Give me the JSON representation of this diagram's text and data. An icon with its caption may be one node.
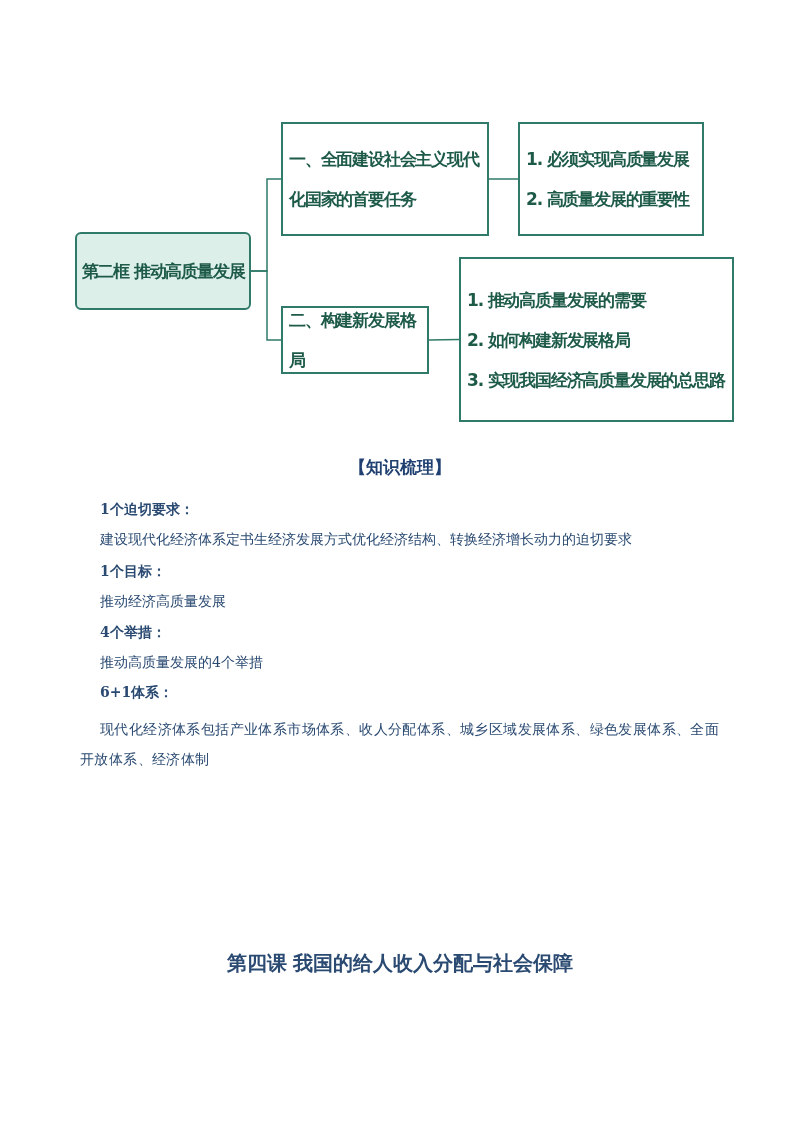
{
  "diagram": {
    "nodes": [
      {
        "text": [
          "第二框 推动高质量发展"
        ]
      },
      {
        "text": [
          "一、全面建设社会主义现代化国家的首要任务"
        ]
      },
      {
        "text": [
          "1. 必须实现高质量发展",
          "2. 高质量发展的重要性"
        ]
      },
      {
        "text": [
          "二、构建新发展格局"
        ]
      },
      {
        "text": [
          "1. 推动高质量发展的需要",
          "2. 如何构建新发展格局",
          "3. 实现我国经济高质量发展的总思路"
        ]
      }
    ],
    "edges": [
      {
        "from": 0,
        "to": 1,
        "arrow": "none"
      },
      {
        "from": 0,
        "to": 3,
        "arrow": "none"
      },
      {
        "from": 1,
        "to": 2,
        "arrow": "none"
      },
      {
        "from": 3,
        "to": 4,
        "arrow": "none"
      }
    ],
    "labels": [
      "【知识梳理】",
      "1个迫切要求：",
      "建设现代化经济体系定书生经济发展方式优化经济结构、转换经济增长动力的迫切要求",
      "1个目标：",
      "推动经济高质量发展",
      "4个举措：",
      "推动高质量发展的4个举措",
      "6+1体系：",
      "现代化经济体系包括产业体系市场体系、收人分配体系、城乡区域发展体系、绿色发展体系、全面开放体系、经济体制",
      "第四课 我国的给人收入分配与社会保障"
    ]
  }
}
